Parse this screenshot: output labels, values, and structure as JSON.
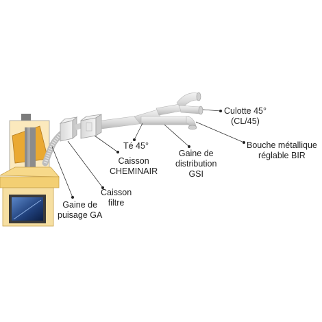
{
  "labels": {
    "gaine_puisage": [
      "Gaine de",
      "puisage GA"
    ],
    "caisson_filtre": [
      "Caisson",
      "filtre"
    ],
    "caisson_cheminair": [
      "Caisson",
      "CHEMINAIR"
    ],
    "te": "Té 45°",
    "gaine_distribution": [
      "Gaine de",
      "distribution",
      "GSI"
    ],
    "bouche": [
      "Bouche métallique",
      "réglable BIR"
    ],
    "culotte": [
      "Culotte 45°",
      "(CL/45)"
    ]
  },
  "colors": {
    "hood": "#f3c35a",
    "hood_front": "#e8b040",
    "stone": "#f4dc9c",
    "duct": "#e2e2e2",
    "duct_shade": "#bdbdbd",
    "leader": "#333333",
    "text": "#222222"
  }
}
